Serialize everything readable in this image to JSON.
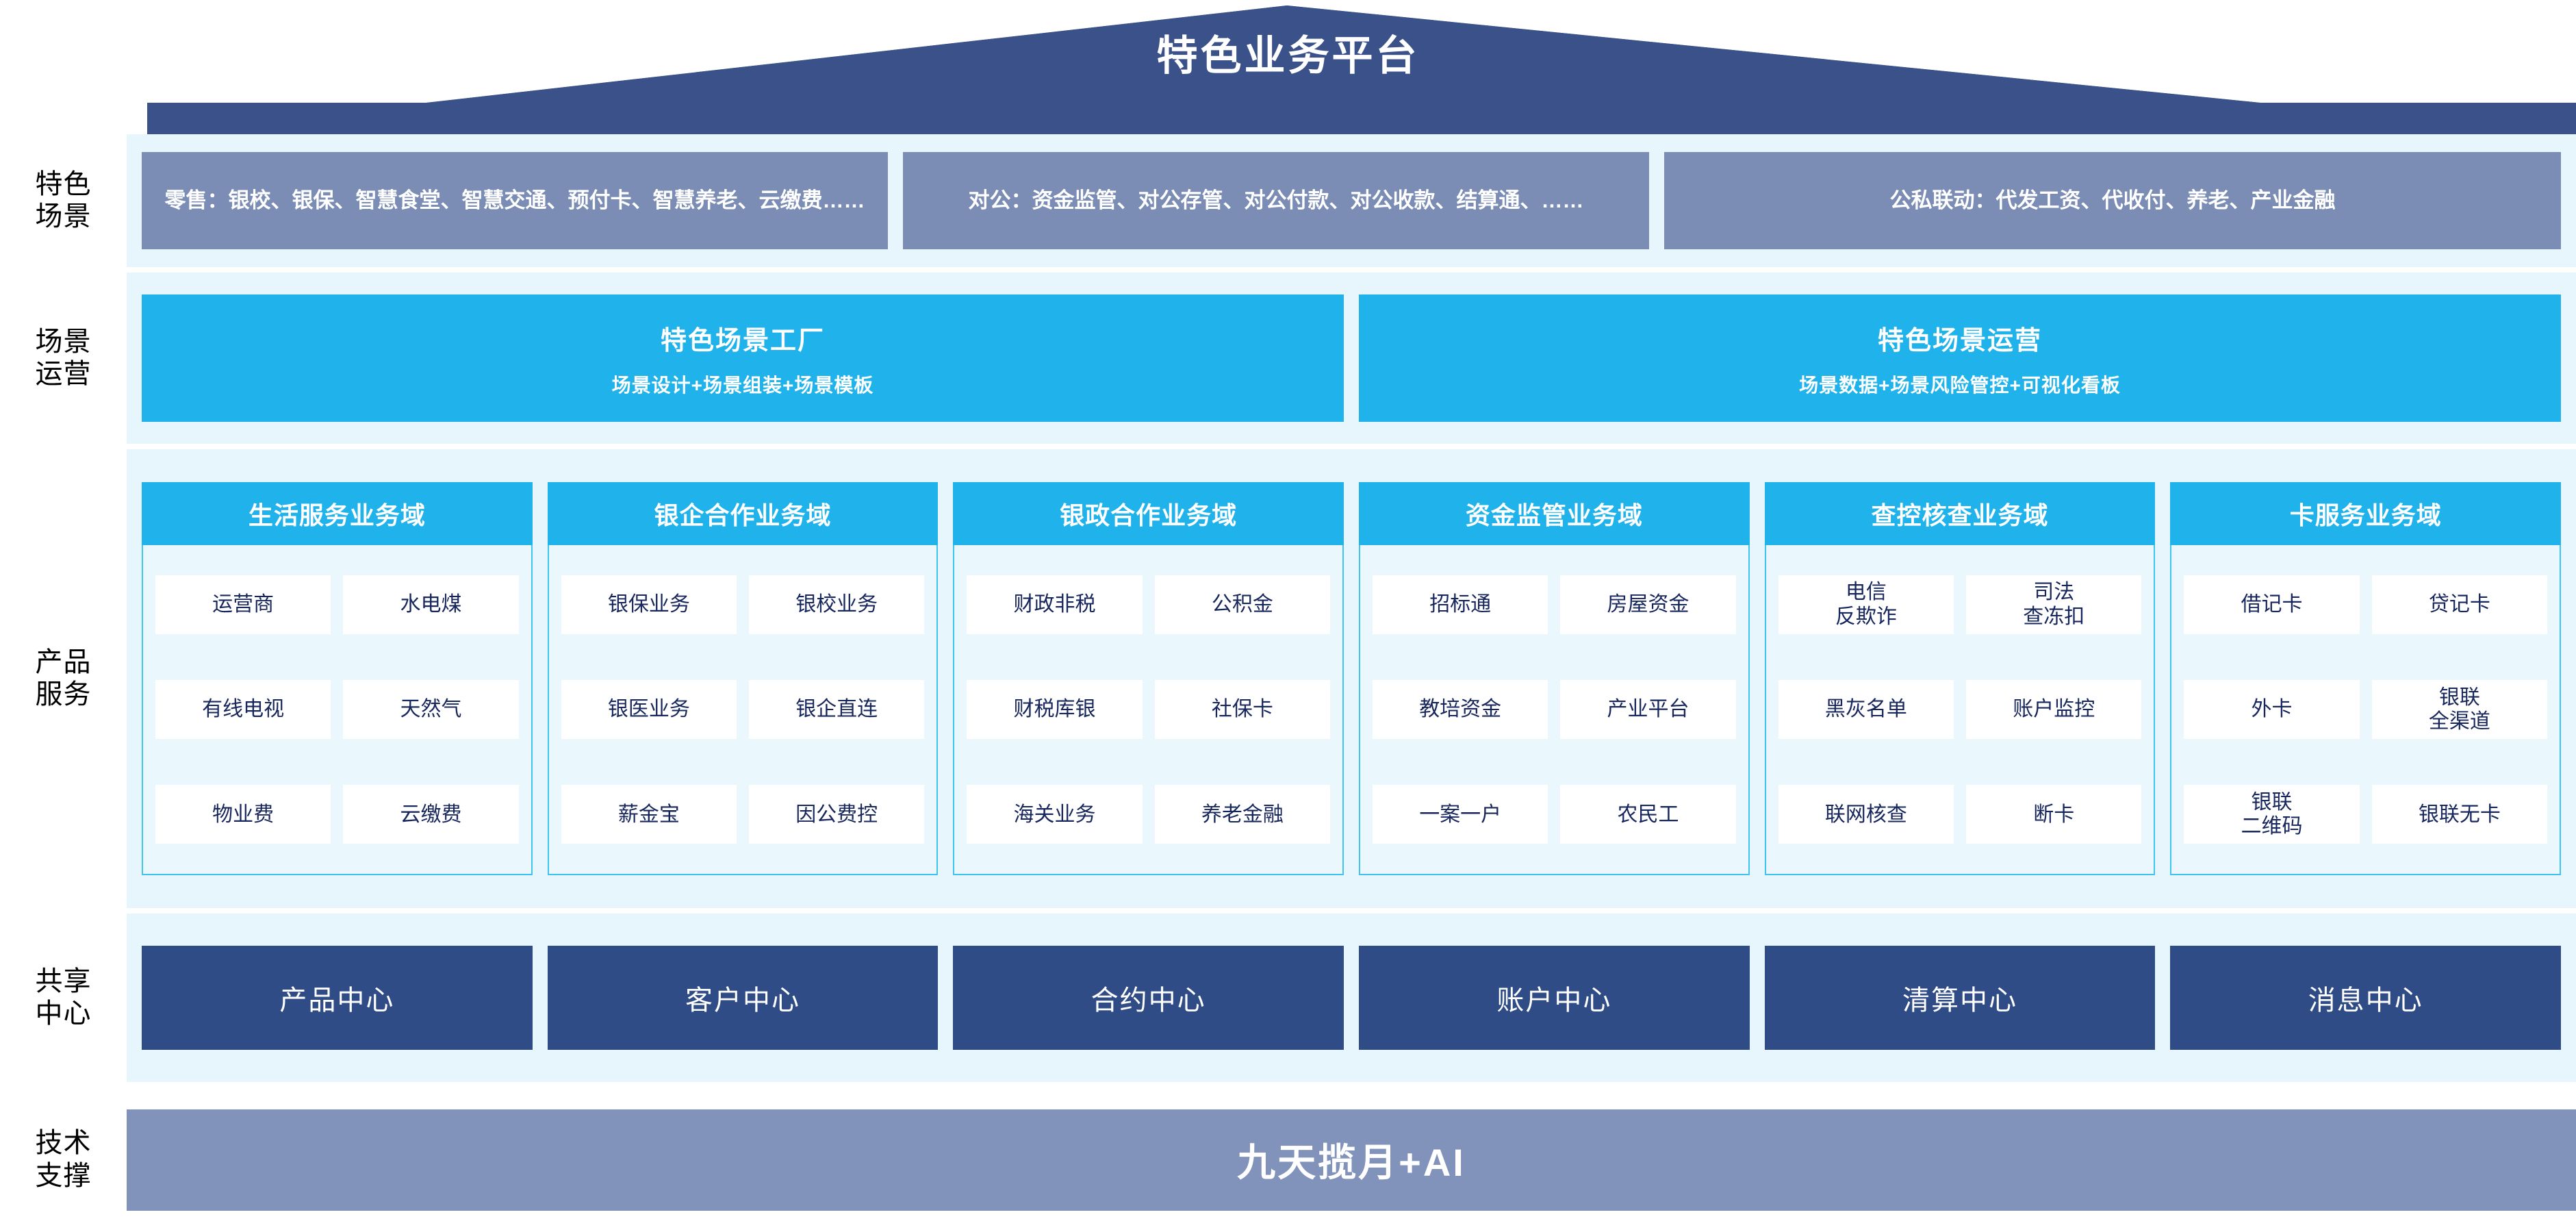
{
  "header": {
    "title": "特色业务平台",
    "roof_color": "#3a5189"
  },
  "colors": {
    "panel_bg": "#e7f5fd",
    "scene_box": "#7b8db4",
    "cyan": "#20b3eb",
    "navy": "#2f4c86",
    "tech_bar": "#8293bb",
    "cell_text": "#17265c"
  },
  "rows": {
    "scene": {
      "label": "特色\n场景",
      "boxes": [
        {
          "text": "零售：银校、银保、智慧食堂、智慧交通、预付卡、智慧养老、云缴费……"
        },
        {
          "text": "对公：资金监管、对公存管、对公付款、对公收款、结算通、……"
        },
        {
          "text": "公私联动：代发工资、代收付、养老、产业金融"
        }
      ]
    },
    "ops": {
      "label": "场景\n运营",
      "boxes": [
        {
          "title": "特色场景工厂",
          "sub": "场景设计+场景组装+场景模板"
        },
        {
          "title": "特色场景运营",
          "sub": "场景数据+场景风险管控+可视化看板"
        }
      ]
    },
    "products": {
      "label": "产品\n服务",
      "columns": [
        {
          "head": "生活服务业务域",
          "cells": [
            [
              "运营商",
              "水电煤"
            ],
            [
              "有线电视",
              "天然气"
            ],
            [
              "物业费",
              "云缴费"
            ]
          ]
        },
        {
          "head": "银企合作业务域",
          "cells": [
            [
              "银保业务",
              "银校业务"
            ],
            [
              "银医业务",
              "银企直连"
            ],
            [
              "薪金宝",
              "因公费控"
            ]
          ]
        },
        {
          "head": "银政合作业务域",
          "cells": [
            [
              "财政非税",
              "公积金"
            ],
            [
              "财税库银",
              "社保卡"
            ],
            [
              "海关业务",
              "养老金融"
            ]
          ]
        },
        {
          "head": "资金监管业务域",
          "cells": [
            [
              "招标通",
              "房屋资金"
            ],
            [
              "教培资金",
              "产业平台"
            ],
            [
              "一案一户",
              "农民工"
            ]
          ]
        },
        {
          "head": "查控核查业务域",
          "cells": [
            [
              "电信\n反欺诈",
              "司法\n查冻扣"
            ],
            [
              "黑灰名单",
              "账户监控"
            ],
            [
              "联网核查",
              "断卡"
            ]
          ]
        },
        {
          "head": "卡服务业务域",
          "cells": [
            [
              "借记卡",
              "贷记卡"
            ],
            [
              "外卡",
              "银联\n全渠道"
            ],
            [
              "银联\n二维码",
              "银联无卡"
            ]
          ]
        }
      ]
    },
    "shared": {
      "label": "共享\n中心",
      "boxes": [
        "产品中心",
        "客户中心",
        "合约中心",
        "账户中心",
        "清算中心",
        "消息中心"
      ]
    },
    "tech": {
      "label": "技术\n支撑",
      "bar": "九天揽月+AI"
    }
  }
}
